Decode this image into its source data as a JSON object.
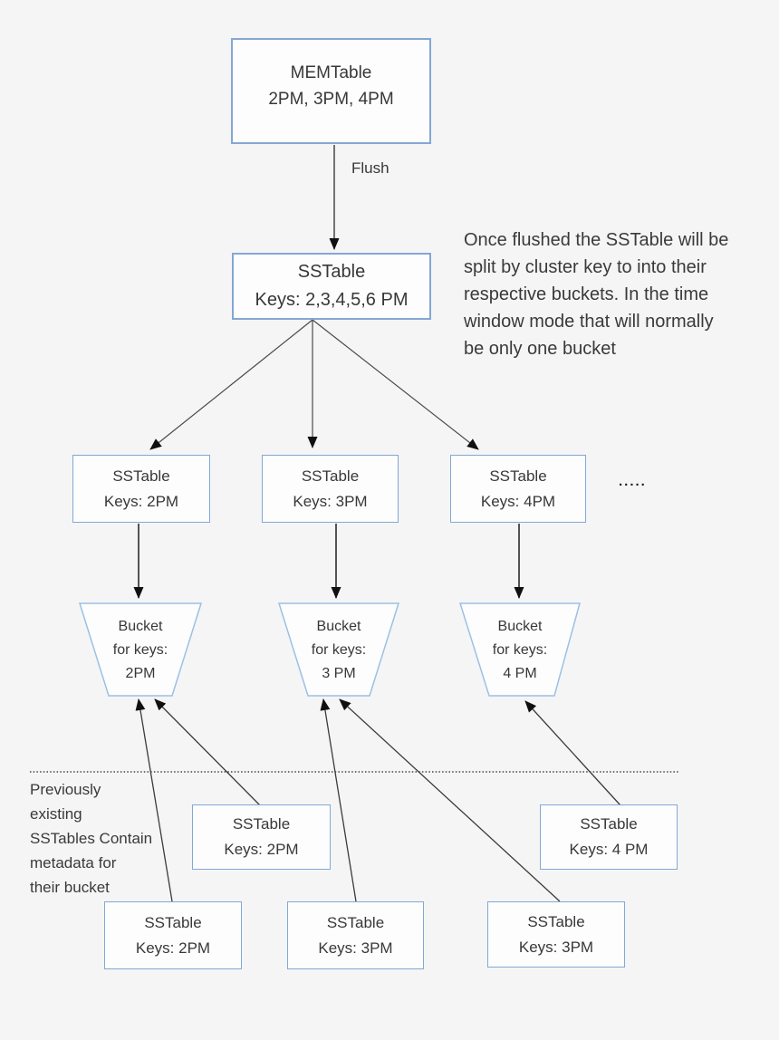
{
  "diagram": {
    "memtable": {
      "title": "MEMTable",
      "subtitle": "2PM, 3PM, 4PM"
    },
    "flush_label": "Flush",
    "sstable_main": {
      "title": "SSTable",
      "subtitle": "Keys: 2,3,4,5,6 PM"
    },
    "note_right": "Once flushed the SSTable will be\nsplit by cluster key to into their\nrespective buckets. In the time\nwindow mode that will normally\nbe only one bucket",
    "row_sstables": [
      {
        "title": "SSTable",
        "subtitle": "Keys: 2PM"
      },
      {
        "title": "SSTable",
        "subtitle": "Keys: 3PM"
      },
      {
        "title": "SSTable",
        "subtitle": "Keys: 4PM"
      }
    ],
    "ellipsis": ".....",
    "buckets": [
      {
        "line1": "Bucket",
        "line2": "for keys:",
        "line3": "2PM"
      },
      {
        "line1": "Bucket",
        "line2": "for keys:",
        "line3": "3 PM"
      },
      {
        "line1": "Bucket",
        "line2": "for keys:",
        "line3": "4 PM"
      }
    ],
    "note_left": "Previously\nexisting\nSSTables Contain\nmetadata for\ntheir bucket",
    "mid_sstables": [
      {
        "title": "SSTable",
        "subtitle": "Keys: 2PM"
      },
      {
        "title": "SSTable",
        "subtitle": "Keys: 4 PM"
      }
    ],
    "bottom_sstables": [
      {
        "title": "SSTable",
        "subtitle": "Keys: 2PM"
      },
      {
        "title": "SSTable",
        "subtitle": "Keys: 3PM"
      },
      {
        "title": "SSTable",
        "subtitle": "Keys: 3PM"
      }
    ]
  },
  "colors": {
    "background": "#f5f5f6",
    "box_border": "#84a7d4",
    "bucket_border": "#9cc0e4",
    "text": "#383838",
    "line": "#3b3b3b",
    "arrowhead": "#101010"
  }
}
